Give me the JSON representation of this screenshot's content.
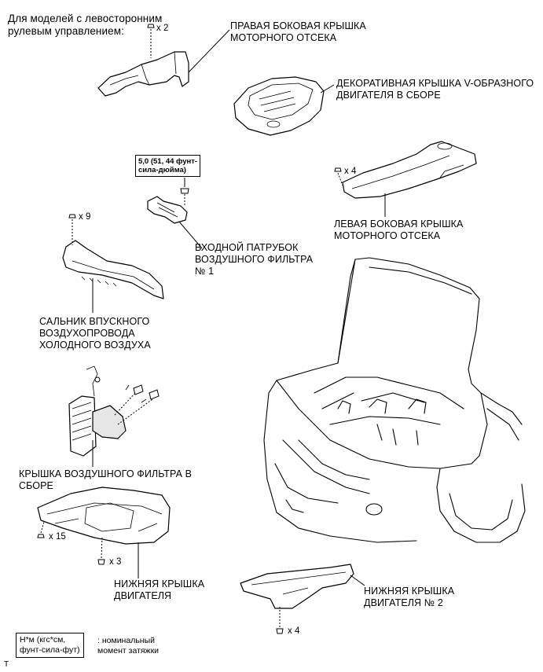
{
  "header_note": "Для моделей с левосторонним\nрулевым управлением:",
  "labels": {
    "right_side_cover": "ПРАВАЯ БОКОВАЯ КРЫШКА\nМОТОРНОГО ОТСЕКА",
    "v_engine_cover": "ДЕКОРАТИВНАЯ КРЫШКА V-ОБРАЗНОГО\nДВИГАТЕЛЯ В СБОРЕ",
    "air_inlet": "ВХОДНОЙ ПАТРУБОК\nВОЗДУШНОГО ФИЛЬТРА\n№ 1",
    "left_side_cover": "ЛЕВАЯ БОКОВАЯ КРЫШКА\nМОТОРНОГО ОТСЕКА",
    "cool_air_seal": "САЛЬНИК ВПУСКНОГО\nВОЗДУХОПРОВОДА\nХОЛОДНОГО ВОЗДУХА",
    "air_filter_cover": "КРЫШКА ВОЗДУШНОГО ФИЛЬТРА В\nСБОРЕ",
    "engine_under_cover": "НИЖНЯЯ КРЫШКА\nДВИГАТЕЛЯ",
    "engine_under_cover_2": "НИЖНЯЯ КРЫШКА\nДВИГАТЕЛЯ № 2"
  },
  "quantities": {
    "right_cover_clips": "x 2",
    "left_cover_clips": "x 4",
    "seal_clips": "x 9",
    "under_cover_clips": "x 15",
    "under_cover_bolts": "x 3",
    "under_cover_2_bolts": "x 4"
  },
  "torque_spec": "5,0 (51, 44 фунт-\nсила-дюйма)",
  "legend": {
    "box": "Н*м (кгс*см,\nфунт-сила-фут)",
    "text": ": номинальный\nмомент затяжки"
  },
  "corner_mark": "T",
  "icons": [
    "clip-icon",
    "bolt-icon",
    "car-icon"
  ]
}
